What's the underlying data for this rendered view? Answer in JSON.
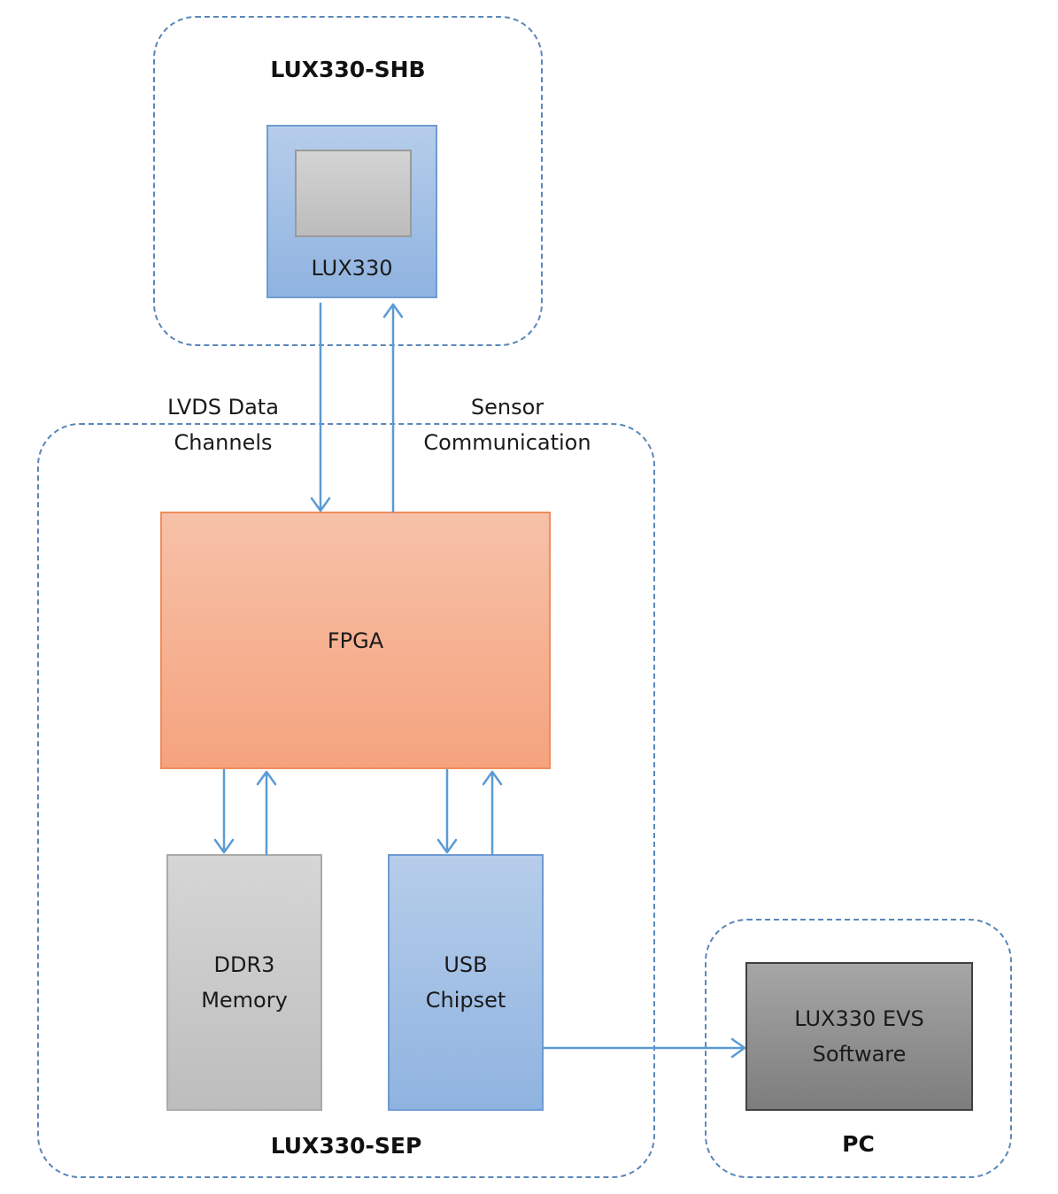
{
  "groups": {
    "shb": "LUX330-SHB",
    "sep": "LUX330-SEP",
    "pc": "PC"
  },
  "blocks": {
    "sensor": "LUX330",
    "fpga": "FPGA",
    "ddr3": "DDR3\nMemory",
    "usb": "USB\nChipset",
    "software": "LUX330 EVS\nSoftware"
  },
  "edges": {
    "lvds": "LVDS Data\nChannels",
    "sensor_comm": "Sensor\nCommunication"
  },
  "colors": {
    "dashed_border": "#5a87b8",
    "arrow": "#5b9bd5",
    "blue_block": "#9dbde4",
    "fpga_block": "#f5ac88",
    "memory_block": "#c8c8c8",
    "software_block": "#8f8f8f"
  }
}
